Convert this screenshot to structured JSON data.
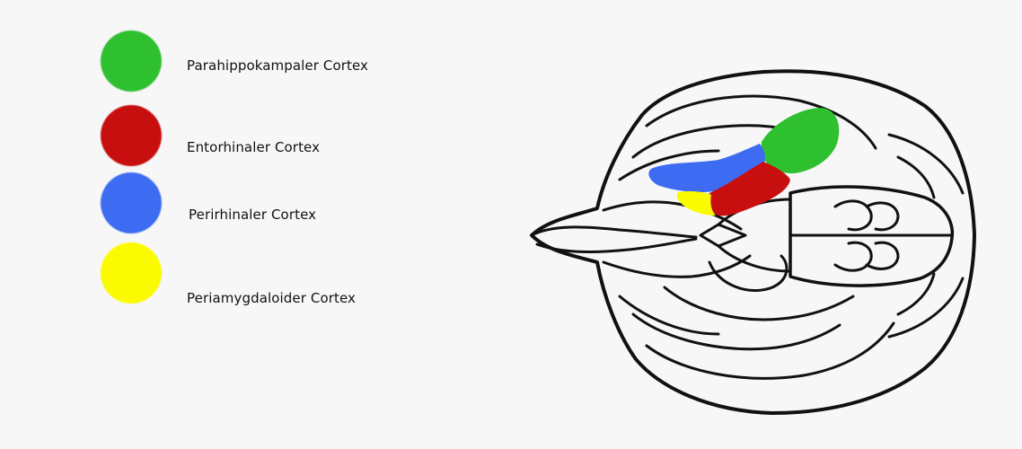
{
  "legend": [
    {
      "label": "Parahippokampaler Cortex",
      "color": "#2ec02e"
    },
    {
      "label": "Entorhinaler Cortex",
      "color": "#c80f0f"
    },
    {
      "label": "Perirhinaler Cortex",
      "color": "#3d6cf2"
    },
    {
      "label": "Periamygdaloider Cortex",
      "color": "#fafa00"
    }
  ],
  "regions": [
    {
      "name": "parahippocampal-cortex",
      "color": "#2ec02e"
    },
    {
      "name": "entorhinal-cortex",
      "color": "#c80f0f"
    },
    {
      "name": "perirhinal-cortex",
      "color": "#3d6cf2"
    },
    {
      "name": "periamygdaloid-cortex",
      "color": "#fafa00"
    }
  ]
}
